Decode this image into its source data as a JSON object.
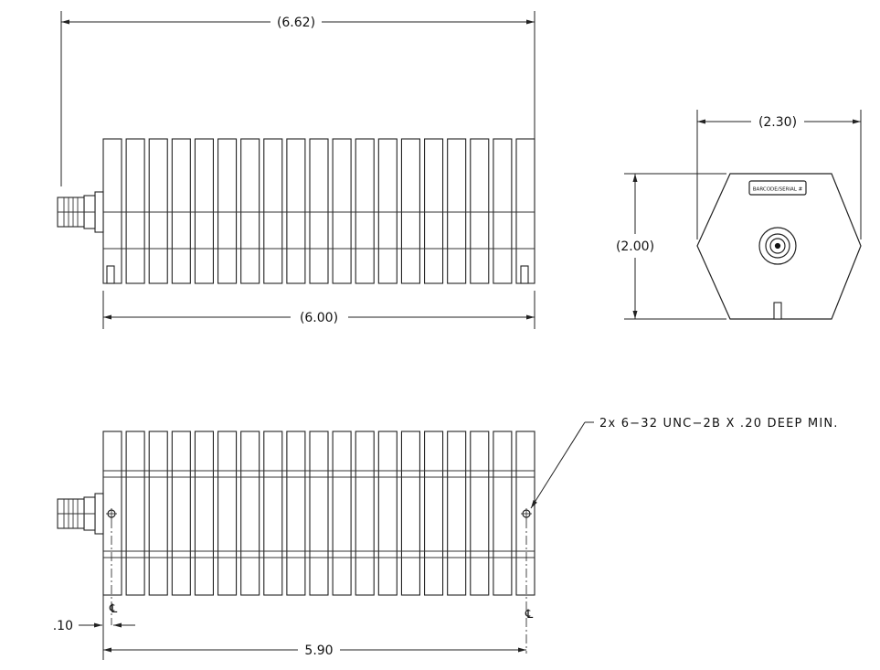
{
  "dimensions": {
    "overall_length": "(6.62)",
    "body_length": "(6.00)",
    "width": "(2.30)",
    "height": "(2.00)",
    "hole_spacing": "5.90",
    "hole_offset": ".10"
  },
  "labels": {
    "barcode": "BARCODE/SERIAL #",
    "centerline": "℄",
    "hole_callout": "2x 6−32 UNC−2B X .20 DEEP MIN."
  }
}
